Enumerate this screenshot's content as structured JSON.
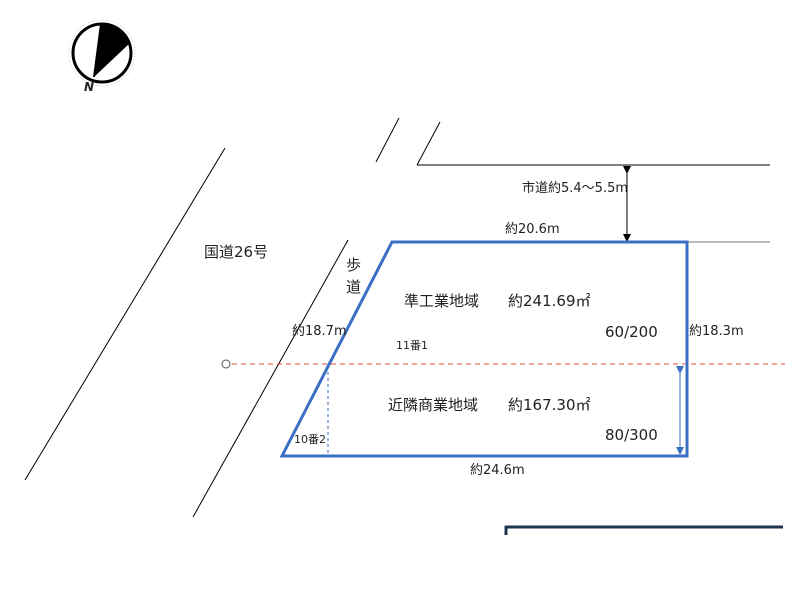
{
  "compass": {
    "north_label": "N"
  },
  "roads": {
    "national_road": "国道26号",
    "sidewalk_char1": "歩",
    "sidewalk_char2": "道",
    "city_road_width": "市道約5.4～5.5m"
  },
  "dimensions": {
    "top": "約20.6m",
    "left": "約18.7m",
    "right": "約18.3m",
    "bottom": "約24.6m"
  },
  "zones": [
    {
      "name": "準工業地域",
      "area": "約241.69㎡",
      "ratio": "60/200",
      "lot": "11番1"
    },
    {
      "name": "近隣商業地域",
      "area": "約167.30㎡",
      "ratio": "80/300",
      "lot": "10番2"
    }
  ],
  "colors": {
    "boundary": "#3a6fc4",
    "zone_line": "#e8483f",
    "footer_bar": "#1f3550"
  }
}
